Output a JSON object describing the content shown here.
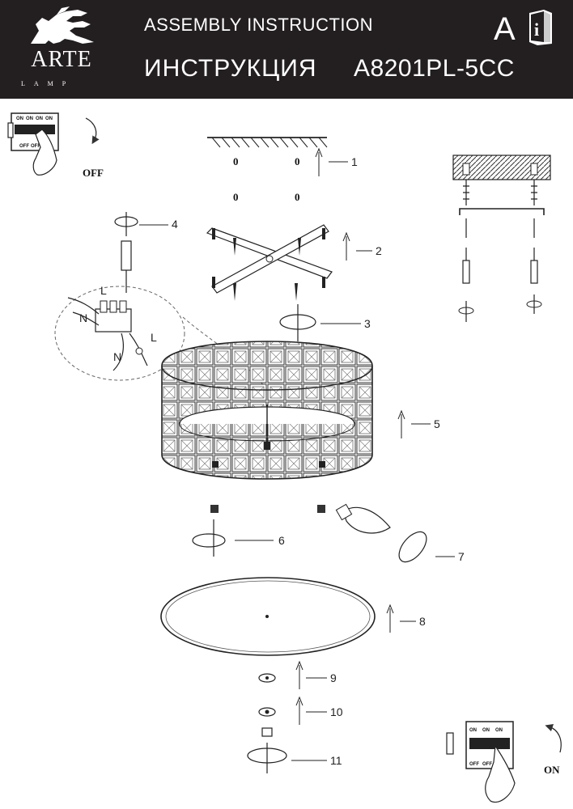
{
  "header": {
    "brand_name": "ARTE",
    "brand_sub": "LAMP",
    "title_en": "ASSEMBLY INSTRUCTION",
    "title_ru": "ИНСТРУКЦИЯ",
    "model": "A8201PL-5CC",
    "lang_letter": "A",
    "info_glyph": "i"
  },
  "switch_off": {
    "labels": [
      "ON",
      "ON",
      "ON",
      "ON",
      "OFF",
      "OFF"
    ],
    "state": "OFF"
  },
  "switch_on": {
    "labels": [
      "ON",
      "ON",
      "ON",
      "OFF",
      "OFF"
    ],
    "state": "ON"
  },
  "wiring": {
    "labels": [
      "L",
      "N",
      "N",
      "L"
    ]
  },
  "steps": [
    "1",
    "2",
    "3",
    "4",
    "5",
    "6",
    "7",
    "8",
    "9",
    "10",
    "11"
  ],
  "mount_digits": [
    "0",
    "0",
    "0",
    "0"
  ]
}
